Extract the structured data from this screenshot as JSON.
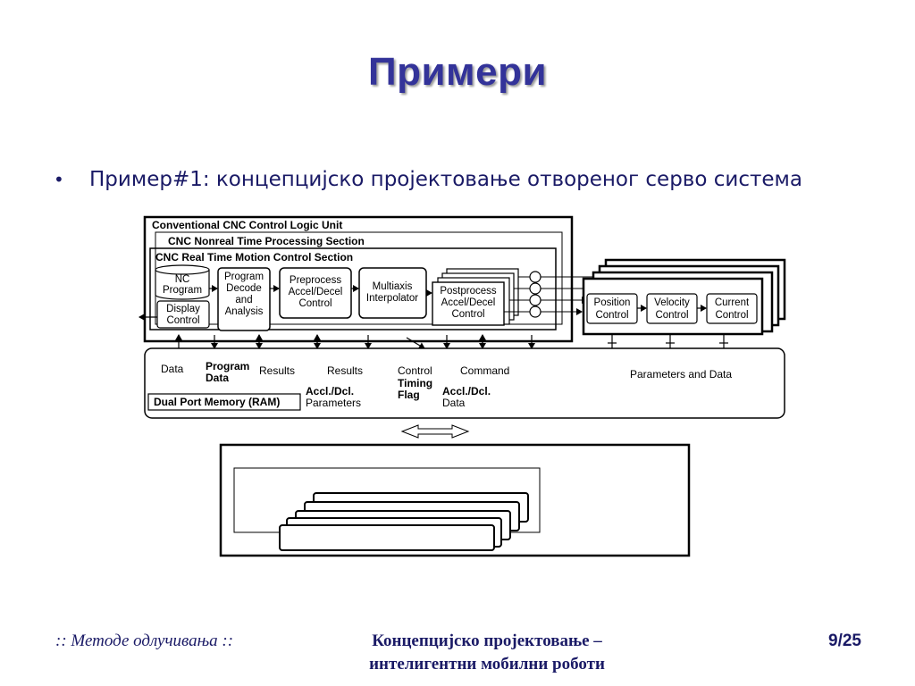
{
  "slide": {
    "title": "Примери",
    "bullet": "Пример#1: концепцијско пројектовање отвореног серво система"
  },
  "diagram": {
    "conventional_unit": "Conventional CNC Control Logic Unit",
    "nonreal_section": "CNC Nonreal Time Processing Section",
    "realtime_section": "CNC Real Time Motion Control Section",
    "nc_program": [
      "NC",
      "Program"
    ],
    "display_control": [
      "Display",
      "Control"
    ],
    "program_decode": [
      "Program",
      "Decode",
      "and",
      "Analysis"
    ],
    "preprocess": [
      "Preprocess",
      "Accel/Decel",
      "Control"
    ],
    "multiaxis": [
      "Multiaxis",
      "Interpolator"
    ],
    "postprocess": [
      "Postprocess",
      "Accel/Decel",
      "Control"
    ],
    "position_control": [
      "Position",
      "Control"
    ],
    "velocity_control": [
      "Velocity",
      "Control"
    ],
    "current_control": [
      "Current",
      "Control"
    ],
    "mem_data": "Data",
    "mem_program_data": [
      "Program",
      "Data"
    ],
    "mem_results_1": "Results",
    "mem_results_2": "Results",
    "mem_accl_params": [
      "Accl./Dcl.",
      "Parameters"
    ],
    "mem_control": "Control",
    "mem_timing_flag": [
      "Timing",
      "Flag"
    ],
    "mem_command": "Command",
    "mem_accl_data": [
      "Accl./Dcl.",
      "Data"
    ],
    "mem_params_data": "Parameters and Data",
    "dual_port_memory": "Dual Port Memory (RAM)"
  },
  "footer": {
    "left": ":: Методе одлучивања ::",
    "center_line1": "Концепцијско пројектовање –",
    "center_line2": "интелигентни мобилни роботи",
    "page": "9/25"
  }
}
